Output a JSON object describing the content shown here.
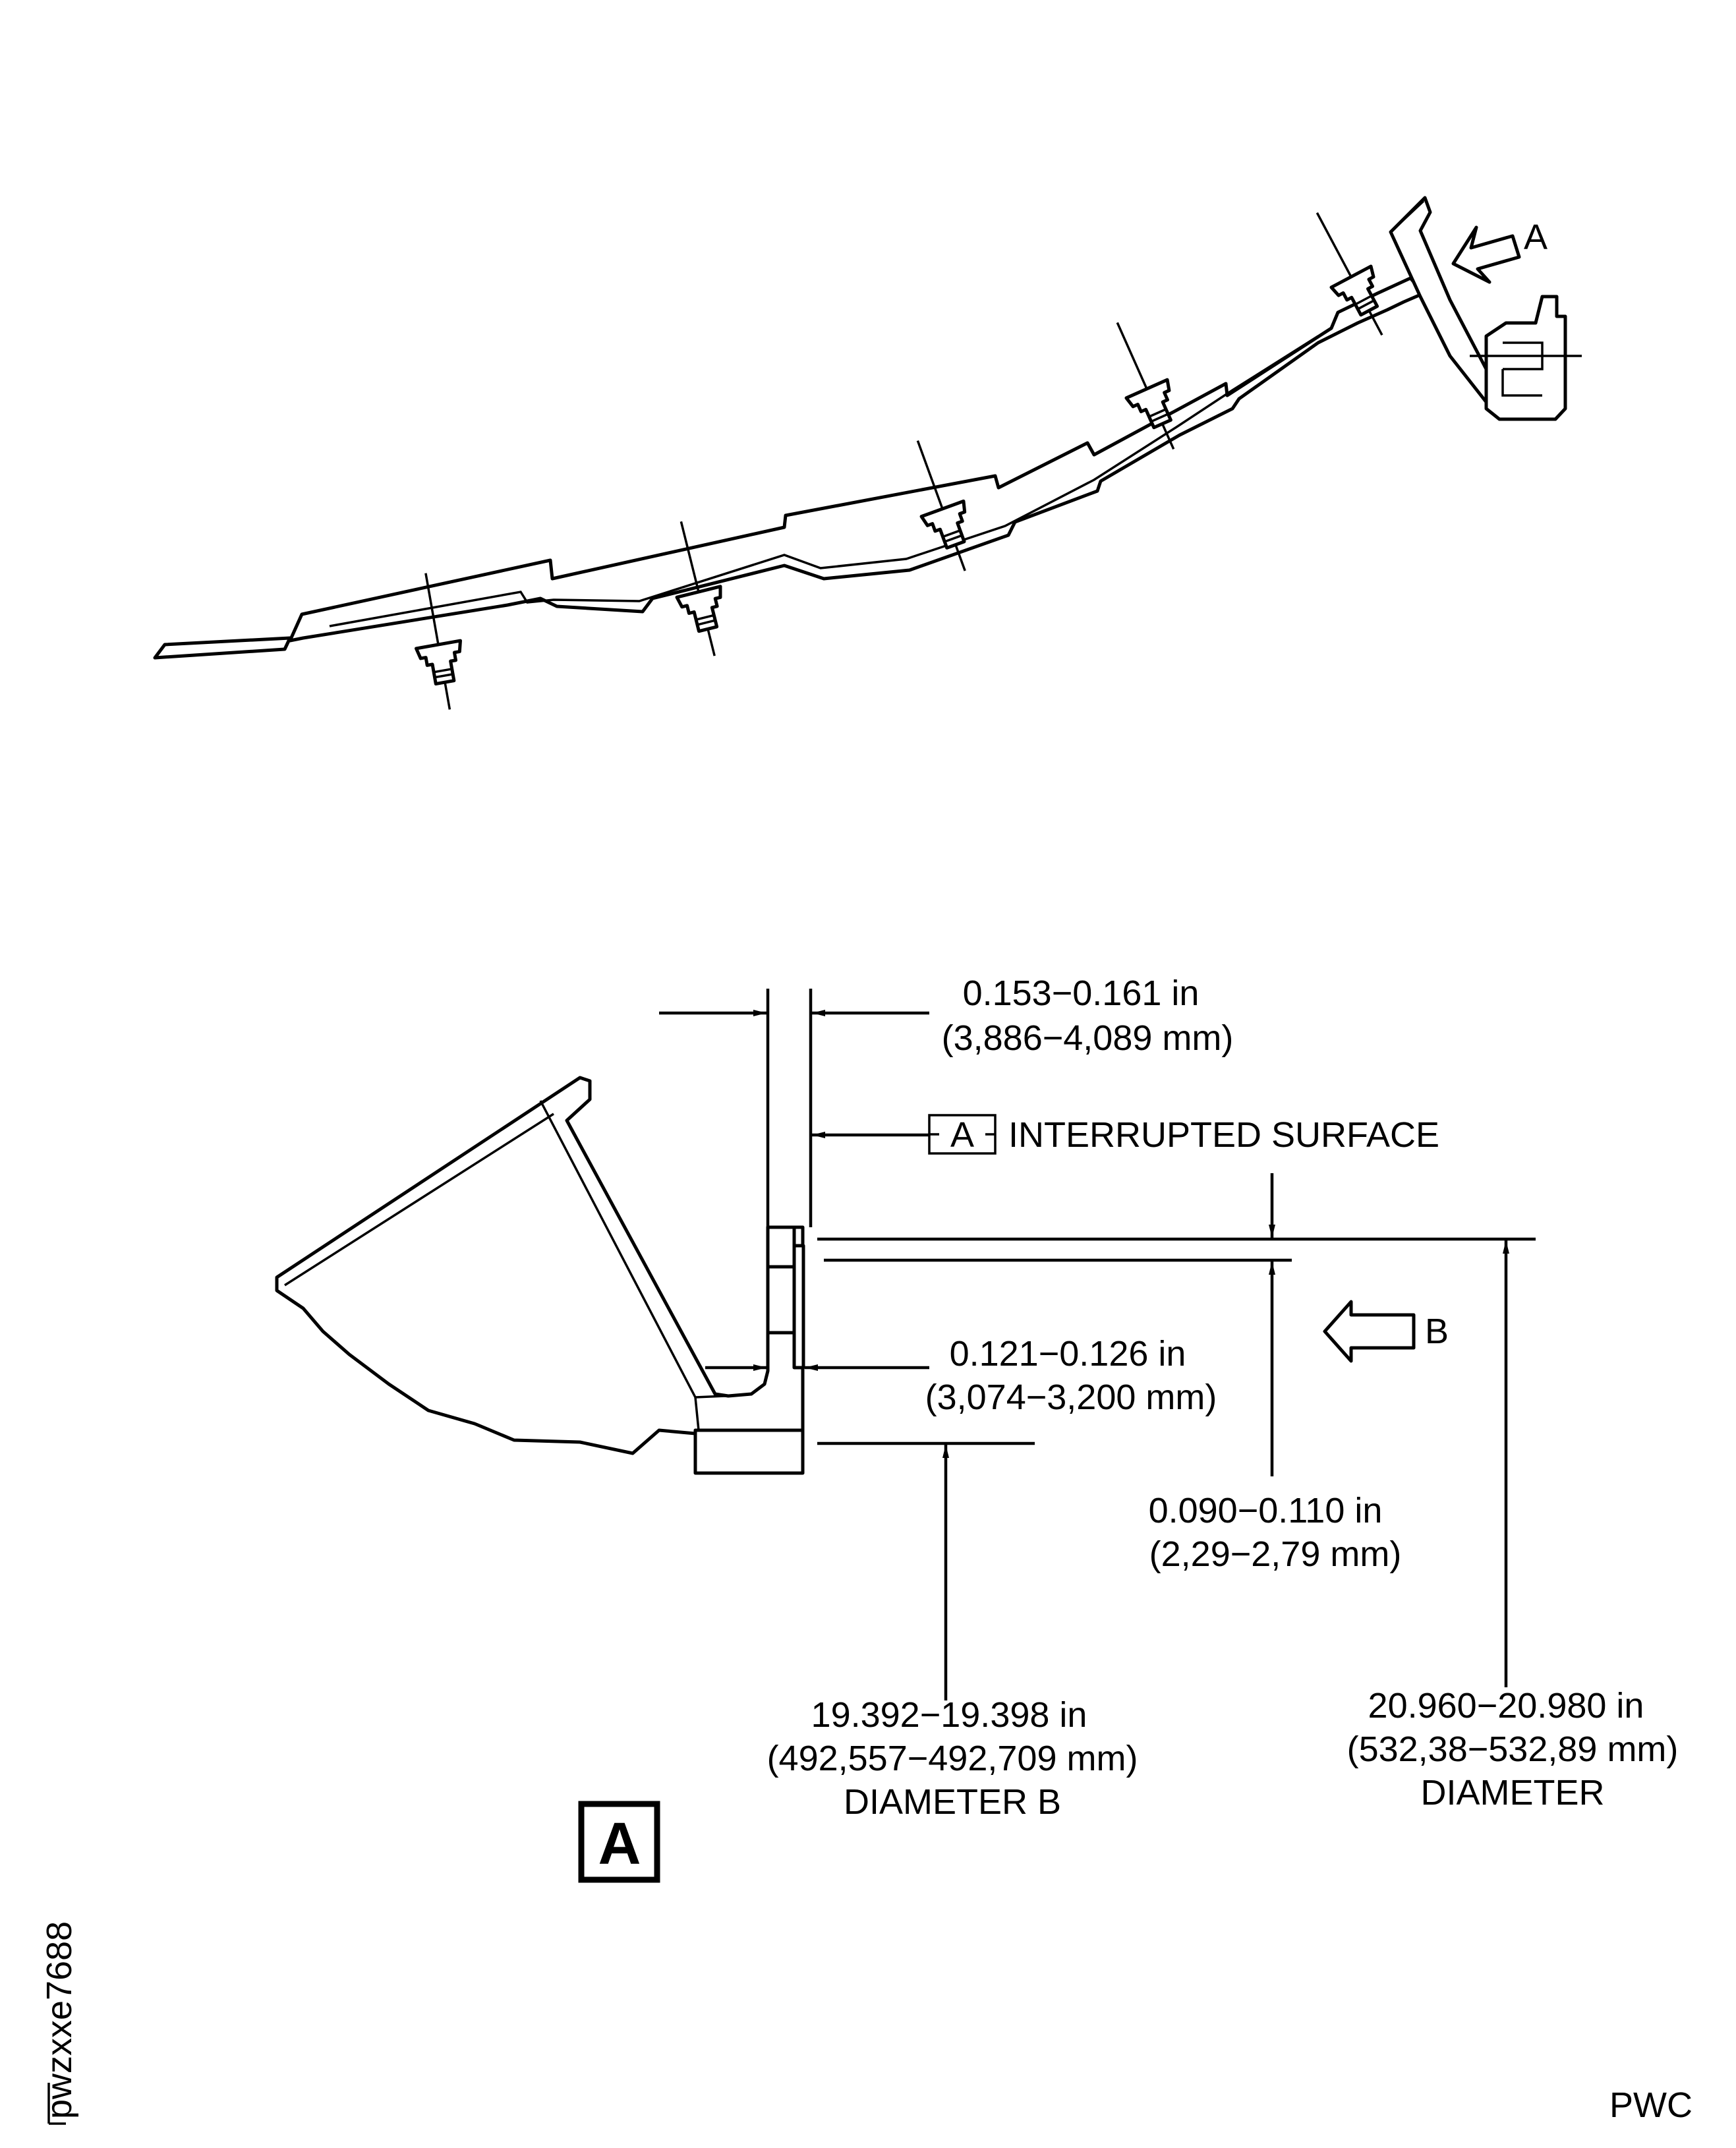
{
  "figure": {
    "view_arrow_label": "A",
    "detail_label": "A",
    "view_b_label": "B",
    "datum_label": "A",
    "datum_text": "INTERRUPTED SURFACE",
    "dim_thickness": {
      "imperial": "0.153−0.161 in",
      "metric": "(3,886−4,089 mm)"
    },
    "dim_flange": {
      "imperial": "0.121−0.126 in",
      "metric": "(3,074−3,200 mm)"
    },
    "dim_step": {
      "imperial": "0.090−0.110 in",
      "metric": "(2,29−2,79 mm)"
    },
    "dim_diameter_b": {
      "imperial": "19.392−19.398 in",
      "metric": "(492,557−492,709 mm)",
      "name": "DIAMETER B"
    },
    "dim_diameter": {
      "imperial": "20.960−20.980 in",
      "metric": "(532,38−532,89 mm)",
      "name": "DIAMETER"
    },
    "figure_code": "pwzxxe7688",
    "company": "PWC"
  }
}
